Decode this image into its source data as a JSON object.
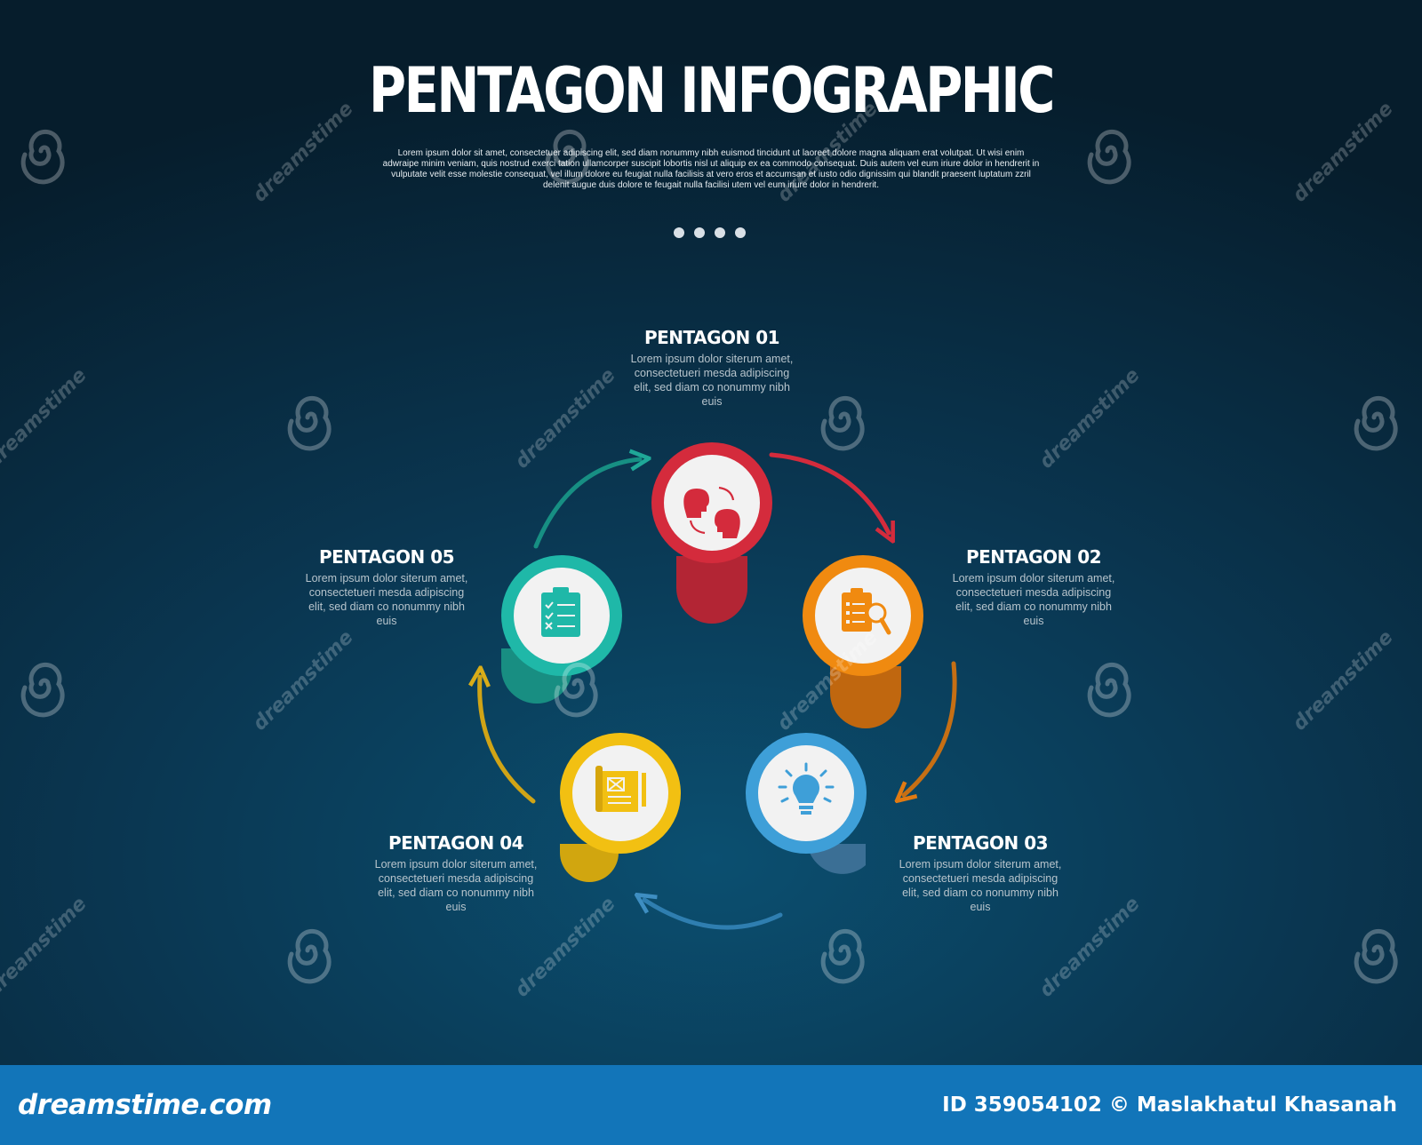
{
  "header": {
    "title": "PENTAGON INFOGRAPHIC",
    "subtitle": "Lorem ipsum dolor sit amet, consectetuer adipiscing elit, sed diam nonummy nibh euismod tincidunt ut laoreet dolore magna aliquam erat volutpat. Ut wisi enim adwraipe minim veniam, quis nostrud exerci tation ullamcorper suscipit lobortis nisl ut aliquip ex ea commodo consequat. Duis autem vel eum iriure dolor in hendrerit in vulputate velit esse molestie consequat, vel illum dolore eu feugiat nulla facilisis at vero eros et accumsan et iusto odio dignissim qui blandit praesent luptatum zzril delenit augue duis dolore te feugait nulla facilisi utem vel eum iriure dolor in hendrerit."
  },
  "steps": [
    {
      "title": "PENTAGON 01",
      "body": "Lorem ipsum dolor siterum amet, consectetueri mesda adipiscing elit, sed diam co nonummy nibh euis",
      "color": "#d42b3c",
      "icon": "two-heads-exchange-icon"
    },
    {
      "title": "PENTAGON 02",
      "body": "Lorem ipsum dolor siterum amet, consectetueri mesda adipiscing elit, sed diam co nonummy nibh euis",
      "color": "#f08a10",
      "icon": "clipboard-search-icon"
    },
    {
      "title": "PENTAGON 03",
      "body": "Lorem ipsum dolor siterum amet, consectetueri mesda adipiscing elit, sed diam co nonummy nibh euis",
      "color": "#3e9fd8",
      "icon": "lightbulb-icon"
    },
    {
      "title": "PENTAGON 04",
      "body": "Lorem ipsum dolor siterum amet, consectetueri mesda adipiscing elit, sed diam co nonummy nibh euis",
      "color": "#f2c012",
      "icon": "blueprint-icon"
    },
    {
      "title": "PENTAGON 05",
      "body": "Lorem ipsum dolor siterum amet, consectetueri mesda adipiscing elit, sed diam co nonummy nibh euis",
      "color": "#1fb8a8",
      "icon": "checklist-icon"
    }
  ],
  "watermark": {
    "text": "dreamstime",
    "site": "dreamstime.com",
    "credit": "ID 359054102 © Maslakhatul Khasanah"
  }
}
